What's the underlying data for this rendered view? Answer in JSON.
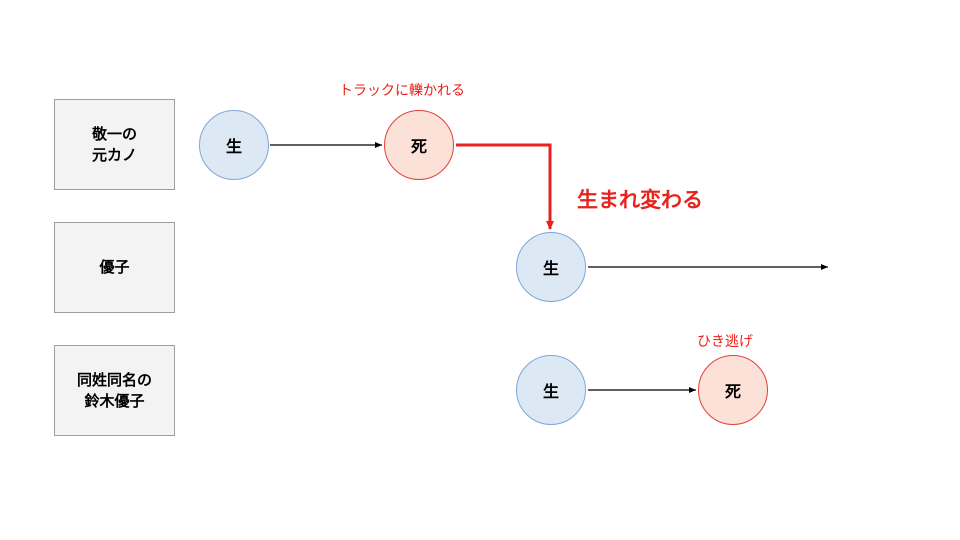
{
  "rows": [
    {
      "label": "敬一の\n元カノ"
    },
    {
      "label": "優子"
    },
    {
      "label": "同姓同名の\n鈴木優子"
    }
  ],
  "nodes": {
    "row1_life": "生",
    "row1_death": "死",
    "row2_life": "生",
    "row3_life": "生",
    "row3_death": "死"
  },
  "annotations": {
    "truck": "トラックに轢かれる",
    "reborn": "生まれ変わる",
    "hit_and_run": "ひき逃げ"
  },
  "colors": {
    "life_fill": "#dde8f5",
    "life_stroke": "#7ea6d6",
    "death_fill": "#fbe1d8",
    "death_stroke": "#e0403a",
    "accent": "#e8221c"
  }
}
